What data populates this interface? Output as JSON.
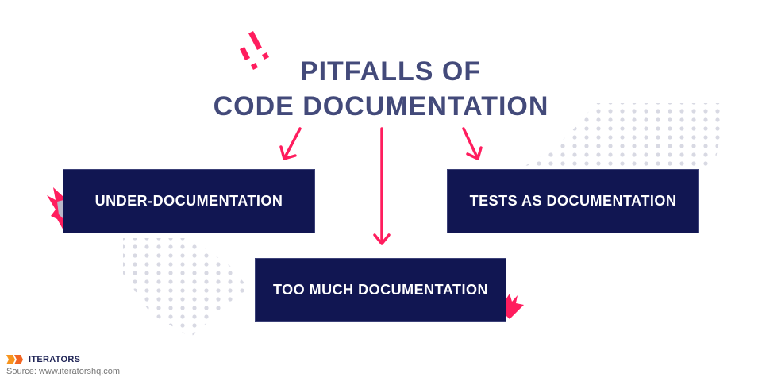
{
  "title": {
    "line1": "PITFALLS OF",
    "line2": "CODE DOCUMENTATION"
  },
  "boxes": [
    {
      "label": "UNDER-DOCUMENTATION"
    },
    {
      "label": "TESTS AS DOCUMENTATION"
    },
    {
      "label": "TOO MUCH DOCUMENTATION"
    }
  ],
  "footer": {
    "brand": "ITERATORS",
    "source": "Source: www.iteratorshq.com"
  },
  "colors": {
    "title": "#434a7a",
    "box_bg": "#111652",
    "box_text": "#ffffff",
    "accent": "#ff1d5e",
    "dots": "#d8d9e3",
    "brand_orange": "#f7941d"
  },
  "icons": [
    "exclamation-marks-icon",
    "arrow-icon",
    "lightning-spark-icon",
    "iterators-logo-icon"
  ]
}
